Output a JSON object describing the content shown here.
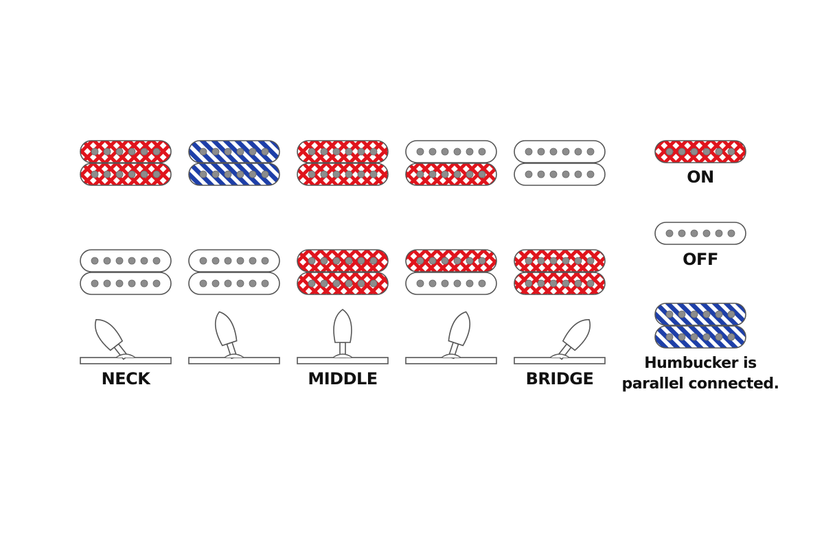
{
  "colors": {
    "on": "#e0141c",
    "parallel": "#1e3fa8",
    "outline": "#555555",
    "pole": "#8c8c8c"
  },
  "positions": [
    {
      "label": "NECK",
      "neck_pickup": "on",
      "neck_coil": [
        "on",
        "on"
      ],
      "lower_coils": [
        "off",
        "off"
      ],
      "lever": "neck"
    },
    {
      "label": "",
      "neck_pickup": "parallel",
      "neck_coil": [
        "parallel",
        "parallel"
      ],
      "lower_coils": [
        "off",
        "off"
      ],
      "lever": "neck-middle"
    },
    {
      "label": "MIDDLE",
      "neck_pickup": "on",
      "neck_coil": [
        "on",
        "on"
      ],
      "lower_coils": [
        "on",
        "on"
      ],
      "lever": "middle"
    },
    {
      "label": "",
      "neck_pickup": "mixed",
      "neck_coil": [
        "off",
        "on"
      ],
      "lower_coils": [
        "on",
        "off"
      ],
      "lever": "middle-bridge"
    },
    {
      "label": "BRIDGE",
      "neck_pickup": "off",
      "neck_coil": [
        "off",
        "off"
      ],
      "lower_coils": [
        "on",
        "on"
      ],
      "lever": "bridge"
    }
  ],
  "legend": {
    "on_label": "ON",
    "off_label": "OFF",
    "parallel_line1": "Humbucker is",
    "parallel_line2": "parallel connected."
  }
}
